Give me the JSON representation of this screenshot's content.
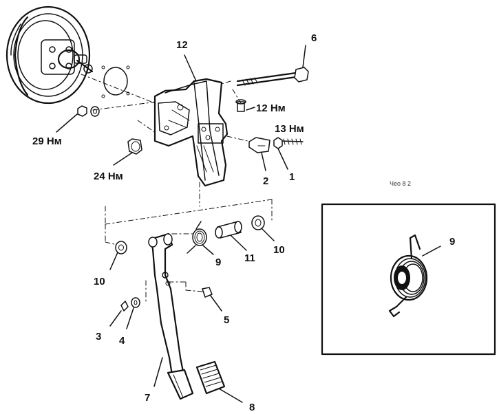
{
  "labels": {
    "n1": "1",
    "n2": "2",
    "n3": "3",
    "n4": "4",
    "n5": "5",
    "n6": "6",
    "n7": "7",
    "n8": "8",
    "n9": "9",
    "n9_inset": "9",
    "n10a": "10",
    "n10b": "10",
    "n11": "11",
    "n12": "12"
  },
  "torques": {
    "t29": "29 Нм",
    "t24": "24 Нм",
    "t12": "12 Нм",
    "t13": "13 Нм"
  },
  "inset": {
    "caption": "Чео 8 2"
  }
}
